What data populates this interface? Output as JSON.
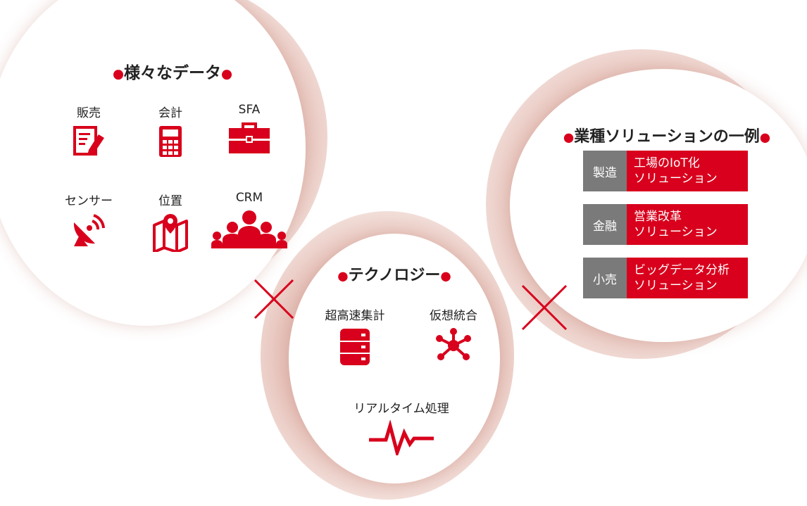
{
  "data_circle": {
    "title": "様々なデータ",
    "items": [
      {
        "label": "販売",
        "icon": "document-pen-icon"
      },
      {
        "label": "会計",
        "icon": "calculator-icon"
      },
      {
        "label": "SFA",
        "icon": "briefcase-icon"
      },
      {
        "label": "センサー",
        "icon": "satellite-dish-icon"
      },
      {
        "label": "位置",
        "icon": "map-pin-icon"
      },
      {
        "label": "CRM",
        "icon": "people-group-icon"
      }
    ]
  },
  "tech_circle": {
    "title": "テクノロジー",
    "items": [
      {
        "label": "超高速集計",
        "icon": "database-icon"
      },
      {
        "label": "仮想統合",
        "icon": "network-hub-icon"
      },
      {
        "label": "リアルタイム処理",
        "icon": "pulse-icon"
      }
    ]
  },
  "solution_circle": {
    "title": "業種ソリューションの一例",
    "rows": [
      {
        "industry": "製造",
        "line1": "工場のIoT化",
        "line2": "ソリューション"
      },
      {
        "industry": "金融",
        "line1": "営業改革",
        "line2": "ソリューション"
      },
      {
        "industry": "小売",
        "line1": "ビッグデータ分析",
        "line2": "ソリューション"
      }
    ]
  },
  "colors": {
    "accent": "#d8001c",
    "tag_gray": "#7a7a7a",
    "glow": "#e6c2ba"
  }
}
